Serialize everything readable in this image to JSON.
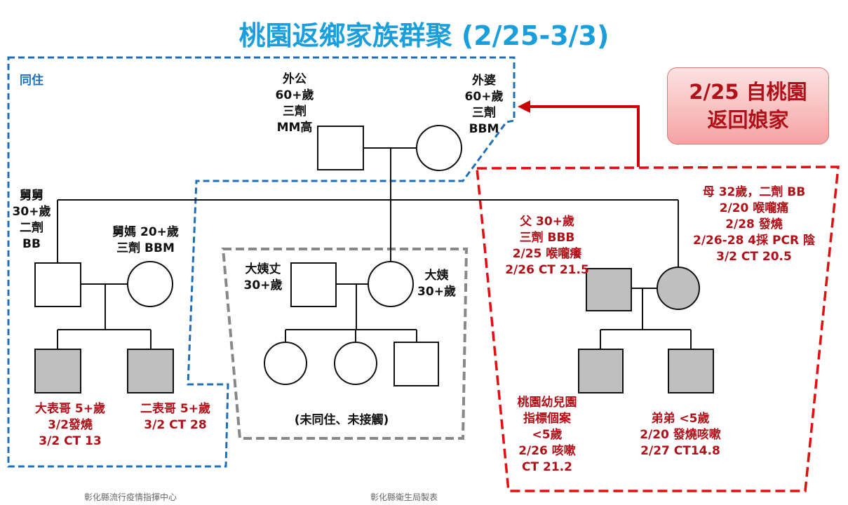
{
  "title": "桃園返鄉家族群聚 (2/25-3/3)",
  "cohabit_label": "同住",
  "callout": {
    "line1": "2/25 自桃園",
    "line2": "返回娘家"
  },
  "people": {
    "grandpa": [
      "外公",
      "60+歲",
      "三劑",
      "MM高"
    ],
    "grandma": [
      "外婆",
      "60+歲",
      "三劑",
      "BBM"
    ],
    "uncle": [
      "舅舅",
      "30+歲",
      "二劑",
      "BB"
    ],
    "aunt_in_law": [
      "舅媽  20+歲",
      "三劑 BBM"
    ],
    "aunt_husband": [
      "大姨丈",
      "30+歲"
    ],
    "aunt": [
      "大姨",
      "30+歲"
    ],
    "cousin1": [
      "大表哥 5+歲",
      "3/2發燒",
      "3/2 CT 13"
    ],
    "cousin2": [
      "二表哥 5+歲",
      "3/2 CT 28"
    ],
    "father": [
      "父 30+歲",
      "三劑 BBB",
      "2/25 喉嚨癢",
      "2/26 CT 21.5"
    ],
    "mother": [
      "母 32歲，二劑 BB",
      "2/20 喉嚨痛",
      "2/28 發燒",
      "2/26-28 4採 PCR 陰",
      "3/2 CT 20.5"
    ],
    "index_case": [
      "桃園幼兒園",
      "指標個案",
      "<5歲",
      "2/26 咳嗽",
      "CT 21.2"
    ],
    "brother": [
      "弟弟 <5歲",
      "2/20 發燒咳嗽",
      "2/27 CT14.8"
    ]
  },
  "no_contact_label": "(未同住、未接觸)",
  "footer": {
    "left": "彰化縣流行疫情指揮中心",
    "right": "彰化縣衛生局製表"
  },
  "colors": {
    "title": "#1a9fdc",
    "case": "#b01018",
    "affected_fill": "#bfbfbf"
  }
}
